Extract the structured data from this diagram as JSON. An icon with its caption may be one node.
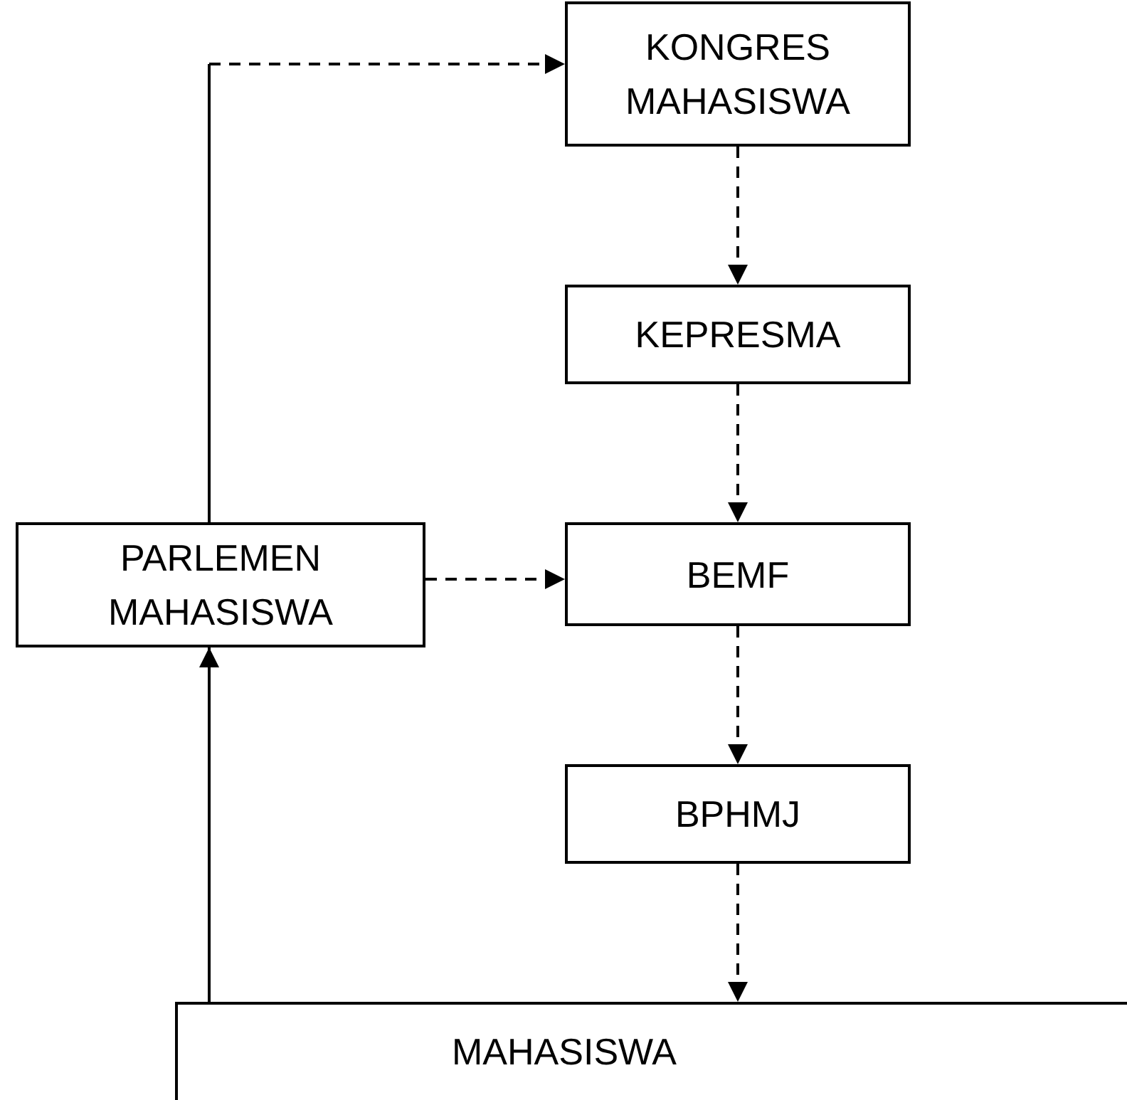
{
  "diagram": {
    "nodes": [
      {
        "text": [
          "KONGRES MAHASISWA"
        ]
      },
      {
        "text": [
          "KEPRESMA"
        ]
      },
      {
        "text": [
          "BEMF"
        ]
      },
      {
        "text": [
          "BPHMJ"
        ]
      },
      {
        "text": [
          "PARLEMEN MAHASISWA"
        ]
      },
      {
        "text": [
          "MAHASISWA"
        ]
      }
    ],
    "edges": [
      {
        "from": 4,
        "to": 0,
        "arrow": "to",
        "style": "dashed"
      },
      {
        "from": 0,
        "to": 1,
        "arrow": "to",
        "style": "dashed"
      },
      {
        "from": 1,
        "to": 2,
        "arrow": "to",
        "style": "dashed"
      },
      {
        "from": 4,
        "to": 2,
        "arrow": "to",
        "style": "dashed"
      },
      {
        "from": 2,
        "to": 3,
        "arrow": "to",
        "style": "dashed"
      },
      {
        "from": 3,
        "to": 5,
        "arrow": "to",
        "style": "dashed"
      },
      {
        "from": 5,
        "to": 4,
        "arrow": "to"
      }
    ]
  }
}
